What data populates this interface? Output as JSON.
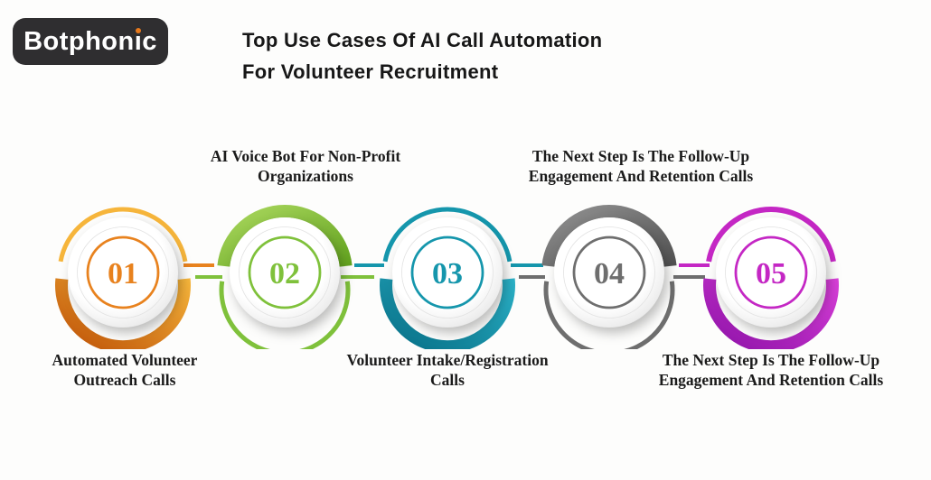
{
  "logo": {
    "label": "Botphonic",
    "text_pre": "Botphon",
    "i_char": "ı",
    "text_post": "c",
    "bg_color": "#2F2E30",
    "text_color": "#FFFFFF",
    "dot_color": "#E87A1C"
  },
  "title": {
    "line1": "Top Use Cases Of AI Call Automation",
    "line2": "For Volunteer Recruitment",
    "color": "#171717"
  },
  "steps": [
    {
      "number": "01",
      "label": "Automated Volunteer Outreach Calls",
      "label_position": "bottom",
      "color": "#E8821E",
      "light": "#F6B53B",
      "dark": "#BE5207"
    },
    {
      "number": "02",
      "label": "AI Voice Bot For Non-Profit Organizations",
      "label_position": "top",
      "color": "#7FC13B",
      "light": "#A9D75D",
      "dark": "#63A31F"
    },
    {
      "number": "03",
      "label": "Volunteer Intake/Registration Calls",
      "label_position": "bottom",
      "color": "#1596AC",
      "light": "#2BB1C7",
      "dark": "#076F86"
    },
    {
      "number": "04",
      "label": "The Next Step Is The Follow-Up Engagement And Retention Calls",
      "label_position": "top",
      "color": "#6E6E6E",
      "light": "#909090",
      "dark": "#515151"
    },
    {
      "number": "05",
      "label": "The Next Step Is The Follow-Up Engagement And Retention Calls",
      "label_position": "bottom",
      "color": "#C427C4",
      "light": "#D83FD8",
      "dark": "#8E12A8"
    }
  ]
}
